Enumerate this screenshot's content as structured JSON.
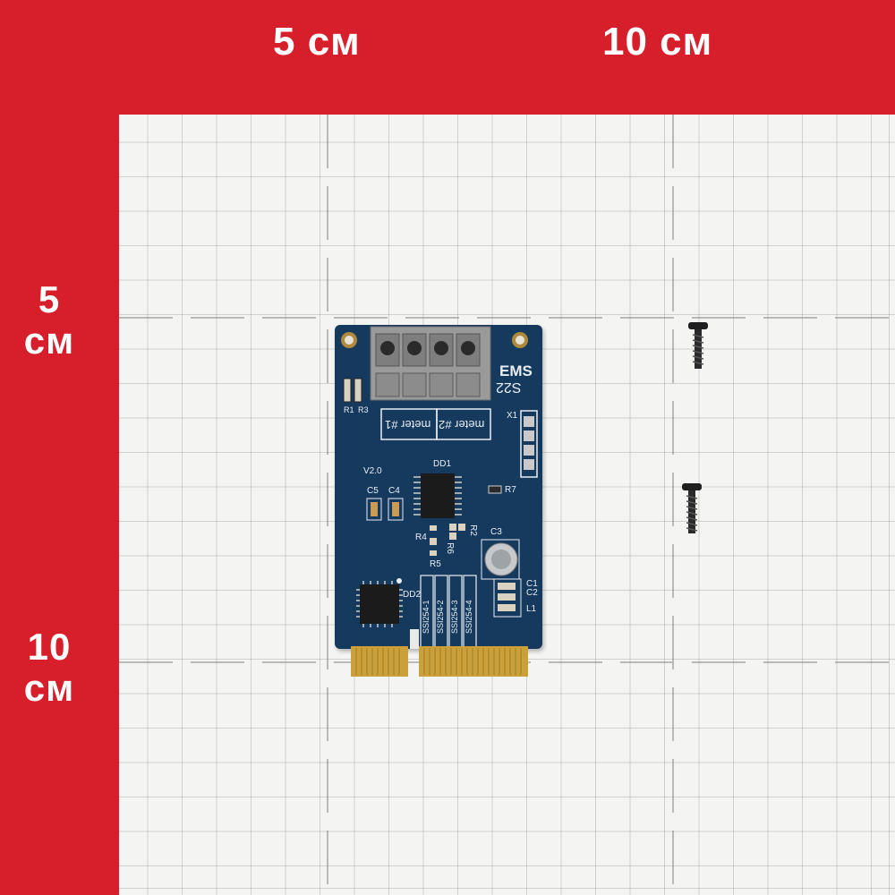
{
  "ruler": {
    "top_labels": {
      "five": "5 см",
      "ten": "10 см"
    },
    "side_labels": {
      "five_num": "5",
      "five_unit": "см",
      "ten_num": "10",
      "ten_unit": "см"
    },
    "colors": {
      "ruler": "#d71f2b",
      "paper": "#f4f4f3",
      "board": "#163a5e",
      "gold": "#c9a03a"
    }
  },
  "board": {
    "brand": "EMS",
    "model": "S22",
    "version": "V2.0",
    "terminal_labels": {
      "meter1": "meter #1",
      "meter2": "meter #2"
    },
    "components": {
      "r1": "R1",
      "r3": "R3",
      "x1": "X1",
      "dd1": "DD1",
      "dd2": "DD2",
      "c5": "C5",
      "c4": "C4",
      "r7": "R7",
      "r4": "R4",
      "r2": "R2",
      "r6": "R6",
      "r5": "R5",
      "c3": "C3",
      "c1": "C1",
      "c2": "C2",
      "l1": "L1"
    },
    "ssi_labels": [
      "SSI254-1",
      "SSI254-2",
      "SSI254-3",
      "SSI254-4"
    ]
  },
  "objects": {
    "screw_icon": "screw-icon"
  }
}
